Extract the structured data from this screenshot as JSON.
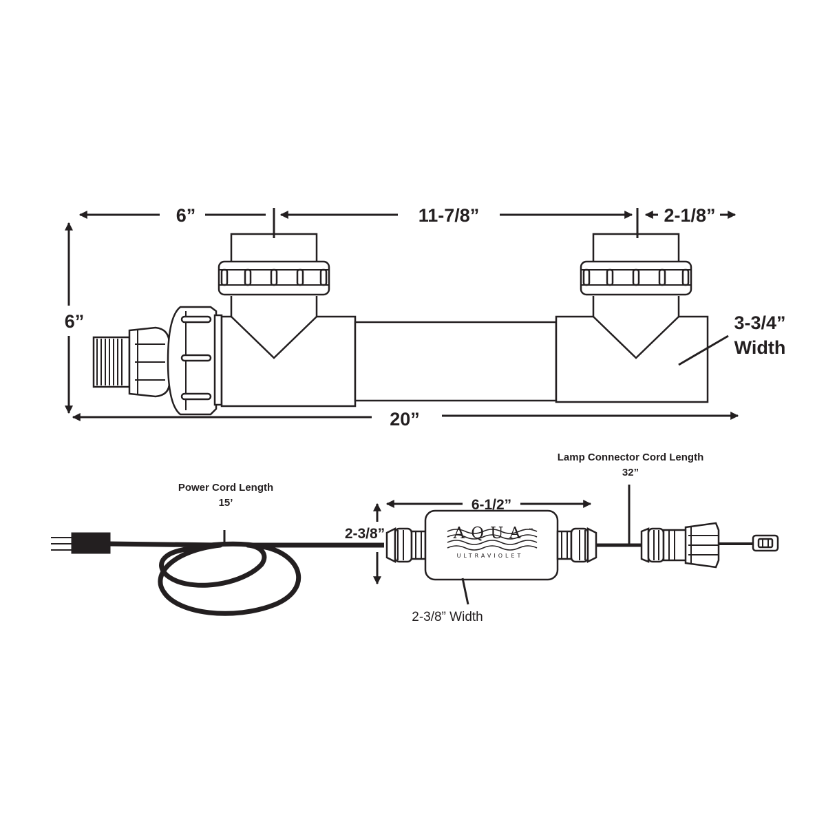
{
  "dimensions": {
    "inlet_offset": "6”",
    "port_spacing": "11-7/8”",
    "outlet_offset": "2-1/8”",
    "height": "6”",
    "overall_length": "20”",
    "body_width_value": "3-3/4”",
    "body_width_word": "Width"
  },
  "ballast": {
    "brand": "AQUA",
    "trademark": "™",
    "tagline": "ULTRAVIOLET",
    "length": "6-1/2”",
    "height": "2-3/8”",
    "width_label": "2-3/8” Width"
  },
  "power_cord": {
    "title": "Power Cord Length",
    "value": "15’"
  },
  "lamp_cord": {
    "title": "Lamp Connector Cord Length",
    "value": "32”"
  },
  "colors": {
    "ink": "#231f20",
    "background": "#ffffff"
  }
}
